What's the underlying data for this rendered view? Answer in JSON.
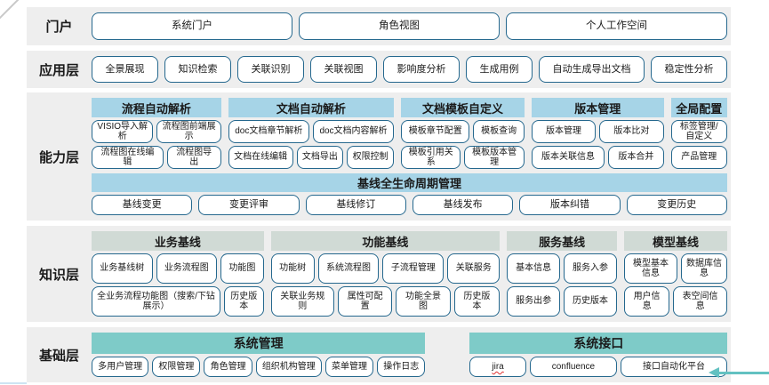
{
  "colors": {
    "band_bg": "#eeeeee",
    "header_blue": "#a6d4e7",
    "header_sage": "#d0dad5",
    "header_teal": "#7ecbc8",
    "button_border": "#25688e",
    "arrow_teal": "#63c1c1",
    "corner_line": "#c9c9c9",
    "bottom_left_line": "#cde4f2",
    "text": "#1a1a1a"
  },
  "spellcheck_item": "jira",
  "layers": [
    {
      "id": "portal",
      "name": "门户",
      "buttons": [
        "系统门户",
        "角色视图",
        "个人工作空间"
      ]
    },
    {
      "id": "application",
      "name": "应用层",
      "buttons": [
        "全景展现",
        "知识检索",
        "关联识别",
        "关联视图",
        "影响度分析",
        "生成用例",
        "自动生成导出文档",
        "稳定性分析"
      ]
    },
    {
      "id": "capability",
      "name": "能力层",
      "groups": [
        {
          "header": "流程自动解析",
          "rows": [
            [
              "VISIO导入解析",
              "流程图前端展示"
            ],
            [
              "流程图在线编辑",
              "流程图导出"
            ]
          ]
        },
        {
          "header": "文档自动解析",
          "rows": [
            [
              "doc文档章节解析",
              "doc文档内容解析"
            ],
            [
              "文档在线编辑",
              "文档导出",
              "权限控制"
            ]
          ]
        },
        {
          "header": "文档模板自定义",
          "rows": [
            [
              "模板章节配置",
              "模板查询"
            ],
            [
              "模板引用关系",
              "模板版本管理"
            ]
          ]
        },
        {
          "header": "版本管理",
          "rows": [
            [
              "版本管理",
              "版本比对"
            ],
            [
              "版本关联信息",
              "版本合并"
            ]
          ]
        },
        {
          "header": "全局配置",
          "rows": [
            [
              "标签管理/自定义"
            ],
            [
              "产品管理"
            ]
          ]
        }
      ],
      "baseline": {
        "header": "基线全生命周期管理",
        "buttons": [
          "基线变更",
          "变更评审",
          "基线修订",
          "基线发布",
          "版本纠错",
          "变更历史"
        ]
      }
    },
    {
      "id": "knowledge",
      "name": "知识层",
      "groups": [
        {
          "header": "业务基线",
          "rows": [
            [
              "业务基线树",
              "业务流程图",
              "功能图"
            ],
            [
              "全业务流程功能图（搜索/下钻展示）",
              "历史版本"
            ]
          ]
        },
        {
          "header": "功能基线",
          "rows": [
            [
              "功能树",
              "系统流程图",
              "子流程管理",
              "关联服务"
            ],
            [
              "关联业务规则",
              "属性可配置",
              "功能全景图",
              "历史版本"
            ]
          ]
        },
        {
          "header": "服务基线",
          "rows": [
            [
              "基本信息",
              "服务入参"
            ],
            [
              "服务出参",
              "历史版本"
            ]
          ]
        },
        {
          "header": "模型基线",
          "rows": [
            [
              "模型基本信息",
              "数据库信息"
            ],
            [
              "用户信息",
              "表空间信息"
            ]
          ]
        }
      ]
    },
    {
      "id": "foundation",
      "name": "基础层",
      "groups": [
        {
          "header": "系统管理",
          "rows": [
            [
              "多用户管理",
              "权限管理",
              "角色管理",
              "组织机构管理",
              "菜单管理",
              "操作日志"
            ]
          ]
        },
        {
          "header": "系统接口",
          "rows": [
            [
              "jira",
              "confluence",
              "接口自动化平台"
            ]
          ]
        }
      ]
    }
  ]
}
